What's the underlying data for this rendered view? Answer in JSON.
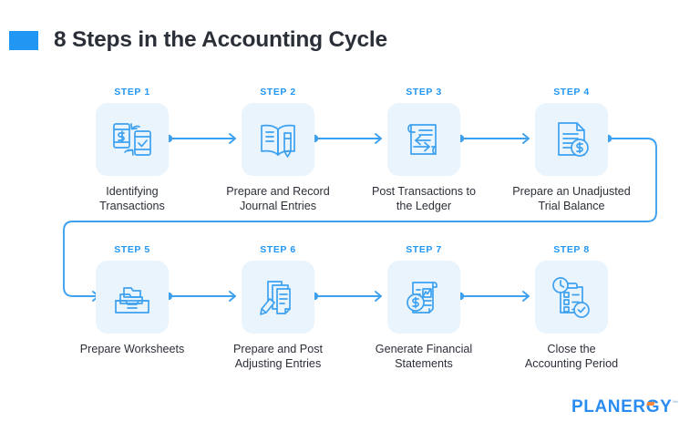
{
  "header": {
    "title": "8 Steps in the Accounting Cycle",
    "accent_color": "#2196f3"
  },
  "theme": {
    "accent_blue": "#2196f3",
    "icon_blue": "#3ea1f0",
    "card_bg": "#e9f4fd",
    "text_dark": "#2b2f38",
    "logo_blue": "#2a8cf0",
    "logo_orange": "#f5873a"
  },
  "steps": [
    {
      "label": "STEP 1",
      "caption": "Identifying\nTransactions",
      "icon": "phone-dollar-exchange-icon"
    },
    {
      "label": "STEP 2",
      "caption": "Prepare and Record\nJournal Entries",
      "icon": "open-book-pencil-icon"
    },
    {
      "label": "STEP 3",
      "caption": "Post Transactions to\nthe Ledger",
      "icon": "ledger-transfer-arrows-icon"
    },
    {
      "label": "STEP 4",
      "caption": "Prepare an Unadjusted\nTrial Balance",
      "icon": "document-dollar-coin-icon"
    },
    {
      "label": "STEP 5",
      "caption": "Prepare Worksheets",
      "icon": "file-box-folders-icon"
    },
    {
      "label": "STEP 6",
      "caption": "Prepare and Post\nAdjusting Entries",
      "icon": "documents-pencil-icon"
    },
    {
      "label": "STEP 7",
      "caption": "Generate Financial\nStatements",
      "icon": "financial-report-chart-coin-icon"
    },
    {
      "label": "STEP 8",
      "caption": "Close the\nAccounting Period",
      "icon": "clipboard-clock-check-icon"
    }
  ],
  "footer": {
    "logo_part1": "PLANER",
    "logo_accent_letter": "G",
    "logo_part2": "Y",
    "trademark": "™"
  }
}
